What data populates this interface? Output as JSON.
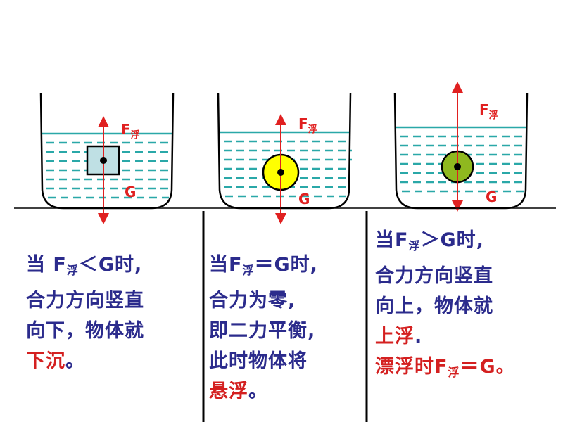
{
  "colors": {
    "water_line": "#2aa8a8",
    "arrow": "#e02020",
    "text_blue": "#2b2b8c",
    "text_red": "#d42020",
    "cube_fill": "#bfe0e4",
    "ball_yellow": "#ffff00",
    "ball_green": "#8fb81f"
  },
  "diagram": {
    "beakers": [
      {
        "id": "sink",
        "force_up_label": "F",
        "force_up_sub": "浮",
        "gravity_label": "G",
        "object": "cube"
      },
      {
        "id": "suspend",
        "force_up_label": "F",
        "force_up_sub": "浮",
        "gravity_label": "G",
        "object": "yellow-ball"
      },
      {
        "id": "float",
        "force_up_label": "F",
        "force_up_sub": "浮",
        "gravity_label": "G",
        "object": "green-ball"
      }
    ]
  },
  "panels": {
    "sink": {
      "l1_a": "当 F",
      "l1_sub": "浮",
      "l1_b": "＜G时,",
      "l2": "合力方向竖直",
      "l3": "向下，物体就",
      "l4_red": "下沉",
      "l4_end": "。"
    },
    "suspend": {
      "l1_a": "当F",
      "l1_sub": "浮",
      "l1_b": "＝G时,",
      "l2": "合力为零,",
      "l3": "即二力平衡,",
      "l4": "此时物体将",
      "l5_red": "悬浮",
      "l5_end": "。"
    },
    "float": {
      "l1_a": "当F",
      "l1_sub": "浮",
      "l1_b": "＞G时,",
      "l2": "合力方向竖直",
      "l3": "向上，物体就",
      "l4_red": "上浮",
      "l4_end": ".",
      "l5_a": "漂浮时F",
      "l5_sub": "浮",
      "l5_b": "＝G。"
    }
  }
}
